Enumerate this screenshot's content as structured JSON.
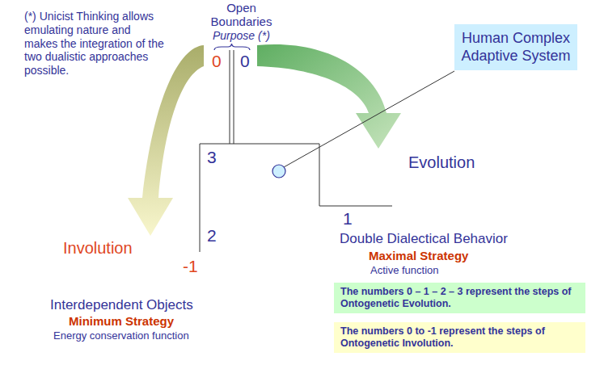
{
  "diagram": {
    "nodes": [
      {
        "text": [
          "Human Complex Adaptive System"
        ]
      },
      {
        "text": [
          "The numbers 0 – 1 – 2 – 3 represent the steps of Ontogenetic Evolution."
        ]
      },
      {
        "text": [
          "The numbers 0 to -1 represent the steps of Ontogenetic Involution."
        ]
      }
    ],
    "labels": [
      "(*) Unicist Thinking allows emulating nature and makes the integration of the two dualistic approaches possible.",
      "Open Boundaries",
      "Purpose (*)",
      "0",
      "0",
      "Evolution",
      "3",
      "1",
      "Involution",
      "2",
      "Double Dialectical Behavior",
      "Maximal Strategy",
      "Active function",
      "-1",
      "Interdependent Objects",
      "Minimum Strategy",
      "Energy conservation function"
    ]
  }
}
